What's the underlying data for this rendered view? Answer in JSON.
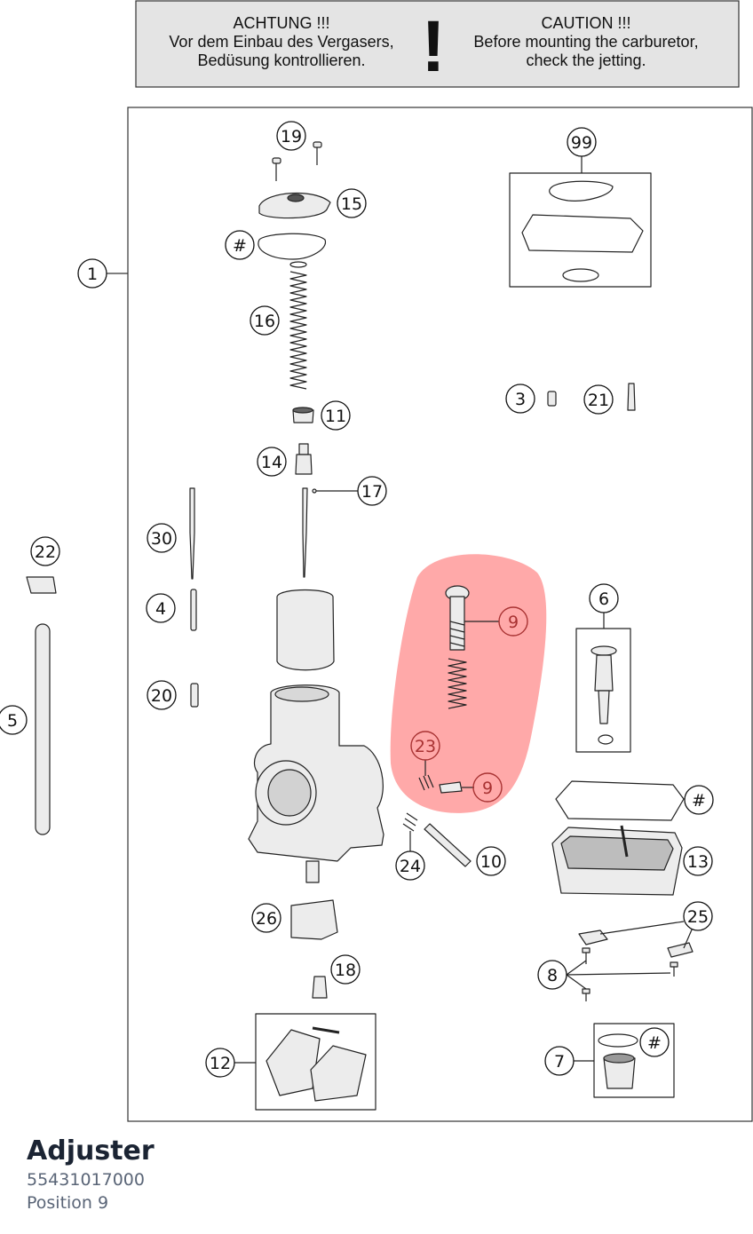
{
  "caution": {
    "de_lines": [
      "ACHTUNG !!!",
      "Vor dem Einbau des Vergasers,",
      "Bedüsung kontrollieren."
    ],
    "mark": "!",
    "en_lines": [
      "CAUTION !!!",
      "Before mounting the carburetor,",
      "check the jetting."
    ]
  },
  "callouts": {
    "c1": "1",
    "c3": "3",
    "c4": "4",
    "c5": "5",
    "c6": "6",
    "c7": "7",
    "c8": "8",
    "c9a": "9",
    "c9b": "9",
    "c10": "10",
    "c11": "11",
    "c12": "12",
    "c13": "13",
    "c14": "14",
    "c15": "15",
    "c16": "16",
    "c17": "17",
    "c18": "18",
    "c19": "19",
    "c20": "20",
    "c21": "21",
    "c22": "22",
    "c23": "23",
    "c24": "24",
    "c25": "25",
    "c26": "26",
    "c30": "30",
    "c99": "99",
    "hash1": "#",
    "hash2": "#",
    "hash3": "#"
  },
  "highlight": {
    "color": "#ff8a8a",
    "text_color": "#a83232"
  },
  "part": {
    "title": "Adjuster",
    "number": "55431017000",
    "position": "Position 9"
  }
}
